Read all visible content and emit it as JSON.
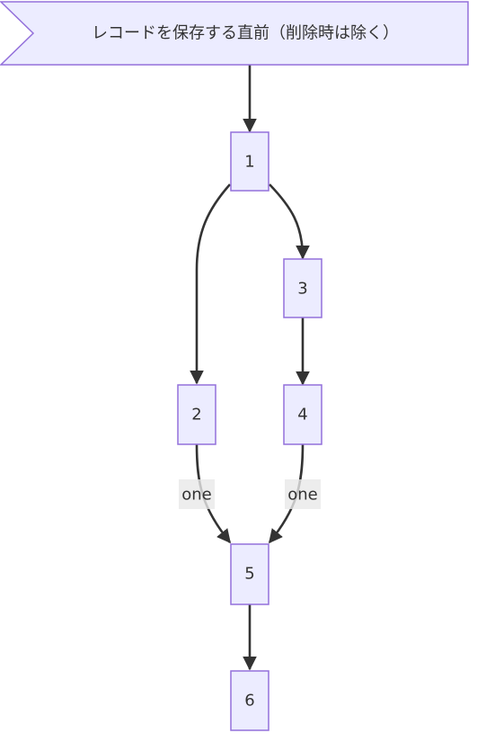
{
  "diagram": {
    "type": "flowchart",
    "start_event": {
      "label": "レコードを保存する直前（削除時は除く）"
    },
    "nodes": [
      {
        "id": "n1",
        "label": "1"
      },
      {
        "id": "n2",
        "label": "2"
      },
      {
        "id": "n3",
        "label": "3"
      },
      {
        "id": "n4",
        "label": "4"
      },
      {
        "id": "n5",
        "label": "5"
      },
      {
        "id": "n6",
        "label": "6"
      }
    ],
    "edges": [
      {
        "from": "start",
        "to": "n1",
        "label": ""
      },
      {
        "from": "n1",
        "to": "n2",
        "label": ""
      },
      {
        "from": "n1",
        "to": "n3",
        "label": ""
      },
      {
        "from": "n3",
        "to": "n4",
        "label": ""
      },
      {
        "from": "n2",
        "to": "n5",
        "label": "one"
      },
      {
        "from": "n4",
        "to": "n5",
        "label": "one"
      },
      {
        "from": "n5",
        "to": "n6",
        "label": ""
      }
    ],
    "colors": {
      "node_fill": "#ECECFF",
      "node_stroke": "#9370DB",
      "edge": "#333333",
      "text": "#333333",
      "edge_label_bg": "#E8E8E8"
    }
  }
}
